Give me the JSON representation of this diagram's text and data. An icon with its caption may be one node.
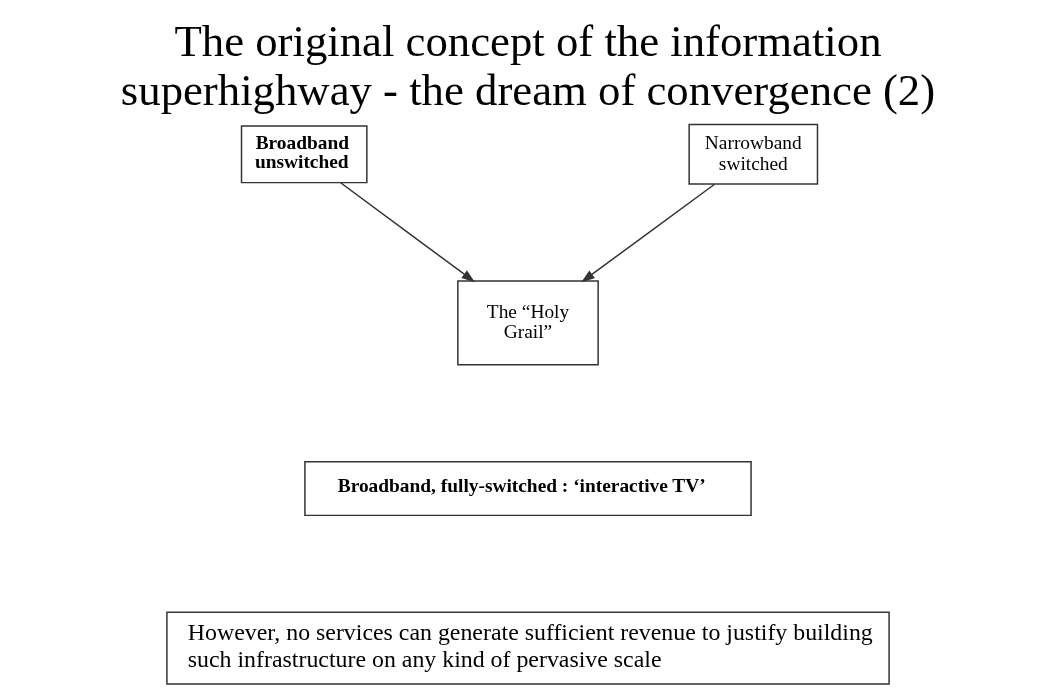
{
  "diagram": {
    "title": "The original concept of the information superhighway - the dream of convergence (2)",
    "nodes": [
      {
        "text": [
          "Broadband unswitched"
        ]
      },
      {
        "text": [
          "Narrowband switched"
        ]
      },
      {
        "text": [
          "The “Holy Grail”"
        ]
      },
      {
        "text": [
          "Broadband, fully-switched : ‘interactive TV’"
        ]
      },
      {
        "text": [
          "However, no services can generate sufficient revenue to justify building such infrastructure on any kind of pervasive scale"
        ]
      }
    ],
    "edges": [
      {
        "from": 0,
        "to": 2,
        "arrow": "to"
      },
      {
        "from": 1,
        "to": 2,
        "arrow": "to"
      }
    ]
  }
}
